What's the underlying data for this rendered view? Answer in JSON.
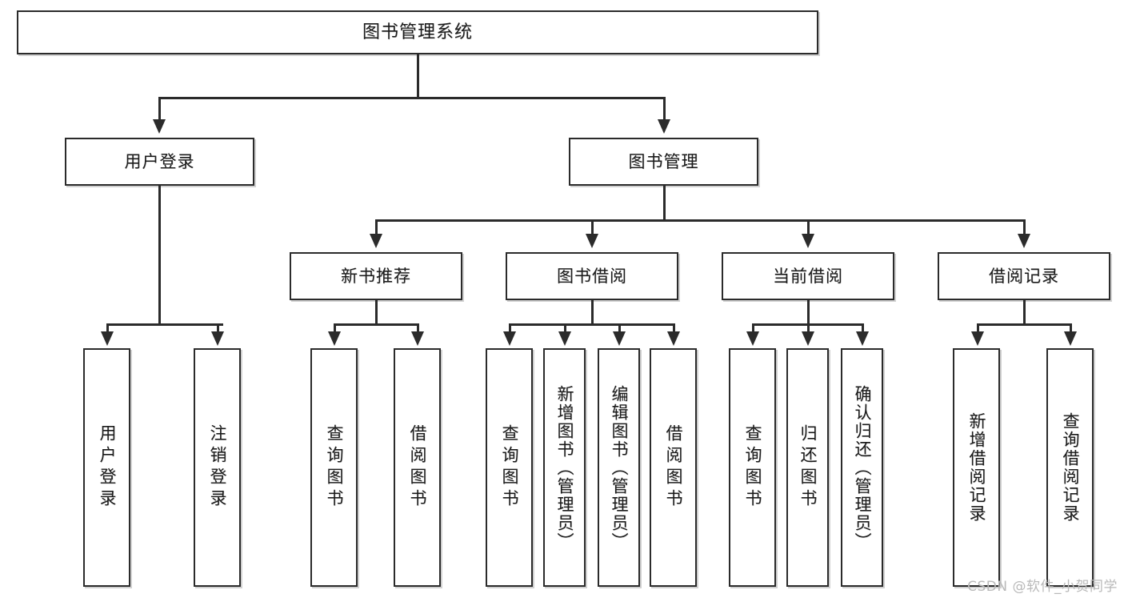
{
  "diagram": {
    "type": "tree",
    "title": "图书管理系统",
    "watermark": "CSDN @软件_小贺同学",
    "colors": {
      "stroke": "#2b2b2b",
      "fill": "#ffffff",
      "text": "#1b1b1b",
      "watermark": "#b9b9b9"
    },
    "root": {
      "label": "图书管理系统"
    },
    "level2": [
      {
        "label": "用户登录"
      },
      {
        "label": "图书管理"
      }
    ],
    "level3": [
      {
        "label": "新书推荐"
      },
      {
        "label": "图书借阅"
      },
      {
        "label": "当前借阅"
      },
      {
        "label": "借阅记录"
      }
    ],
    "leaves": {
      "user_login": [
        {
          "label": "用户登录"
        },
        {
          "label": "注销登录"
        }
      ],
      "new_book": [
        {
          "label": "查询图书"
        },
        {
          "label": "借阅图书"
        }
      ],
      "book_borrow": [
        {
          "label": "查询图书"
        },
        {
          "label": "新增图书（管理员）"
        },
        {
          "label": "编辑图书（管理员）"
        },
        {
          "label": "借阅图书"
        }
      ],
      "current_borrow": [
        {
          "label": "查询图书"
        },
        {
          "label": "归还图书"
        },
        {
          "label": "确认归还（管理员）"
        }
      ],
      "borrow_record": [
        {
          "label": "新增借阅记录"
        },
        {
          "label": "查询借阅记录"
        }
      ]
    }
  }
}
